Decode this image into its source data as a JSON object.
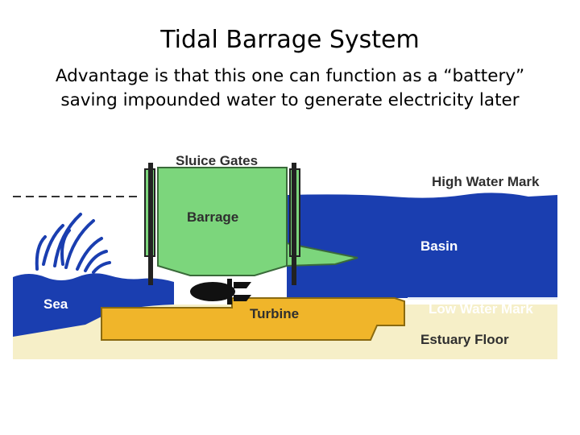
{
  "title": "Tidal Barrage System",
  "subtitle_line1": "Advantage is that this one can function as a “battery”",
  "subtitle_line2": "saving impounded water to generate electricity later",
  "labels": {
    "sluice_gates": "Sluice Gates",
    "high_water_mark": "High Water Mark",
    "barrage": "Barrage",
    "basin": "Basin",
    "sea": "Sea",
    "turbine": "Turbine",
    "low_water_mark": "Low Water Mark",
    "estuary_floor": "Estuary Floor"
  },
  "colors": {
    "water": "#1a3eb0",
    "barrage_green": "#7cd67c",
    "turbine_orange": "#f0b52a",
    "estuary_sand": "#f6efc8"
  }
}
